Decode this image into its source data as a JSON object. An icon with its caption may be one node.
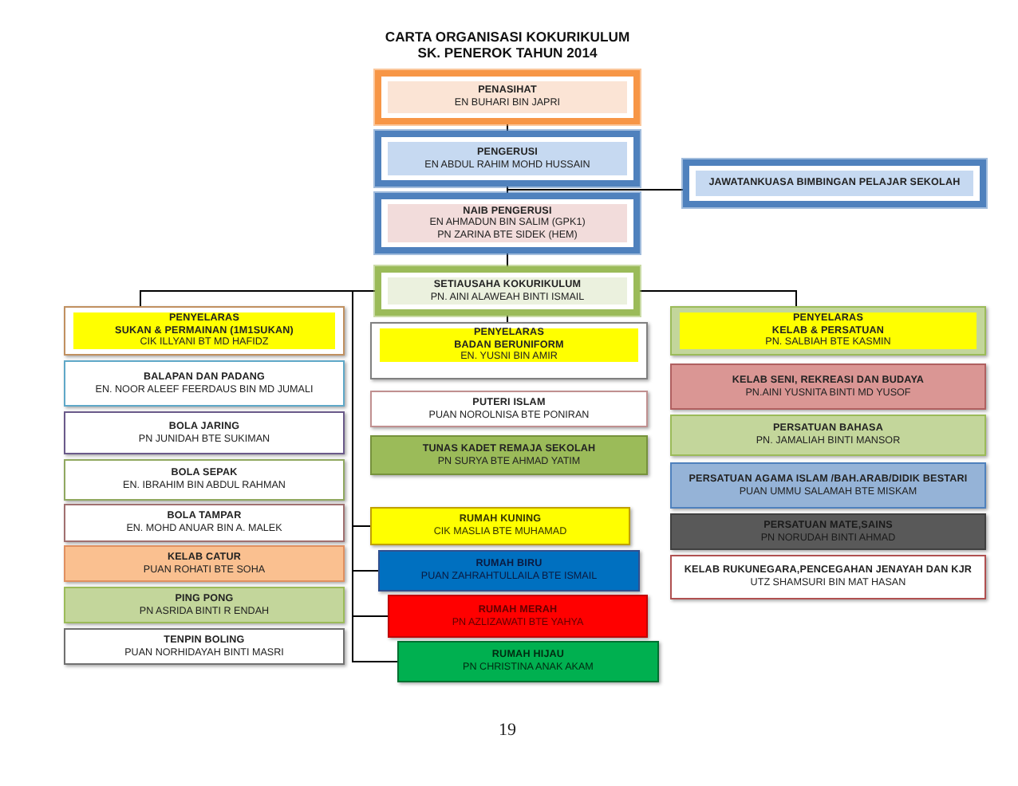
{
  "diagram": {
    "title": "CARTA ORGANISASI KOKURIKULUM SK. PENEROK TAHUN 2014",
    "nodes": [
      {
        "text": [
          "PENASIHAT",
          "EN BUHARI BIN JAPRI"
        ]
      },
      {
        "text": [
          "PENGERUSI",
          "EN ABDUL RAHIM MOHD HUSSAIN"
        ]
      },
      {
        "text": [
          "JAWATANKUASA BIMBINGAN PELAJAR SEKOLAH"
        ]
      },
      {
        "text": [
          "NAIB PENGERUSI",
          "EN AHMADUN BIN SALIM (GPK1)",
          "PN ZARINA BTE SIDEK (HEM)"
        ]
      },
      {
        "text": [
          "SETIAUSAHA KOKURIKULUM",
          "PN. AINI ALAWEAH BINTI ISMAIL"
        ]
      },
      {
        "text": [
          "PENYELARAS",
          "SUKAN & PERMAINAN (1M1SUKAN)",
          "CIK ILLYANI BT MD HAFIDZ"
        ]
      },
      {
        "text": [
          "BALAPAN DAN PADANG",
          "EN. NOOR ALEEF FEERDAUS BIN MD JUMALI"
        ]
      },
      {
        "text": [
          "BOLA JARING",
          "PN JUNIDAH BTE SUKIMAN"
        ]
      },
      {
        "text": [
          "BOLA SEPAK",
          "EN. IBRAHIM BIN ABDUL RAHMAN"
        ]
      },
      {
        "text": [
          "BOLA TAMPAR",
          "EN. MOHD ANUAR BIN A. MALEK"
        ]
      },
      {
        "text": [
          "KELAB CATUR",
          "PUAN ROHATI BTE SOHA"
        ]
      },
      {
        "text": [
          "PING PONG",
          "PN ASRIDA BINTI R ENDAH"
        ]
      },
      {
        "text": [
          "TENPIN BOLING",
          "PUAN NORHIDAYAH BINTI MASRI"
        ]
      },
      {
        "text": [
          "PENYELARAS",
          "BADAN BERUNIFORM",
          "EN. YUSNI BIN AMIR"
        ]
      },
      {
        "text": [
          "PUTERI ISLAM",
          "PUAN NOROLNISA BTE PONIRAN"
        ]
      },
      {
        "text": [
          "TUNAS KADET REMAJA SEKOLAH",
          "PN SURYA BTE AHMAD YATIM"
        ]
      },
      {
        "text": [
          "RUMAH KUNING",
          "CIK MASLIA BTE MUHAMAD"
        ]
      },
      {
        "text": [
          "RUMAH BIRU",
          "PUAN ZAHRAHTULLAILA BTE ISMAIL"
        ]
      },
      {
        "text": [
          "RUMAH MERAH",
          "PN AZLIZAWATI BTE YAHYA"
        ]
      },
      {
        "text": [
          "RUMAH HIJAU",
          "PN CHRISTINA ANAK AKAM"
        ]
      },
      {
        "text": [
          "PENYELARAS",
          "KELAB & PERSATUAN",
          "PN. SALBIAH BTE KASMIN"
        ]
      },
      {
        "text": [
          "KELAB SENI, REKREASI DAN BUDAYA",
          "PN.AINI YUSNITA BINTI MD YUSOF"
        ]
      },
      {
        "text": [
          "PERSATUAN BAHASA",
          "PN. JAMALIAH BINTI MANSOR"
        ]
      },
      {
        "text": [
          "PERSATUAN AGAMA ISLAM /BAH.ARAB/DIDIK BESTARI",
          "PUAN UMMU SALAMAH BTE MISKAM"
        ]
      },
      {
        "text": [
          "PERSATUAN MATE,SAINS",
          "PN NORUDAH BINTI AHMAD"
        ]
      },
      {
        "text": [
          "KELAB RUKUNEGARA,PENCEGAHAN JENAYAH DAN KJR",
          "UTZ SHAMSURI BIN MAT HASAN"
        ]
      }
    ],
    "edges": [
      {
        "from": 0,
        "to": 1,
        "arrow": "none"
      },
      {
        "from": 1,
        "to": 3,
        "arrow": "none"
      },
      {
        "from": 1,
        "to": 2,
        "arrow": "none"
      },
      {
        "from": 3,
        "to": 4,
        "arrow": "none"
      },
      {
        "from": 4,
        "to": 5,
        "arrow": "none"
      },
      {
        "from": 4,
        "to": 13,
        "arrow": "none"
      },
      {
        "from": 4,
        "to": 20,
        "arrow": "none"
      },
      {
        "from": 4,
        "to": 16,
        "arrow": "none"
      },
      {
        "from": 4,
        "to": 17,
        "arrow": "none"
      },
      {
        "from": 4,
        "to": 18,
        "arrow": "none"
      },
      {
        "from": 4,
        "to": 19,
        "arrow": "none"
      }
    ],
    "labels": [
      "19"
    ]
  }
}
